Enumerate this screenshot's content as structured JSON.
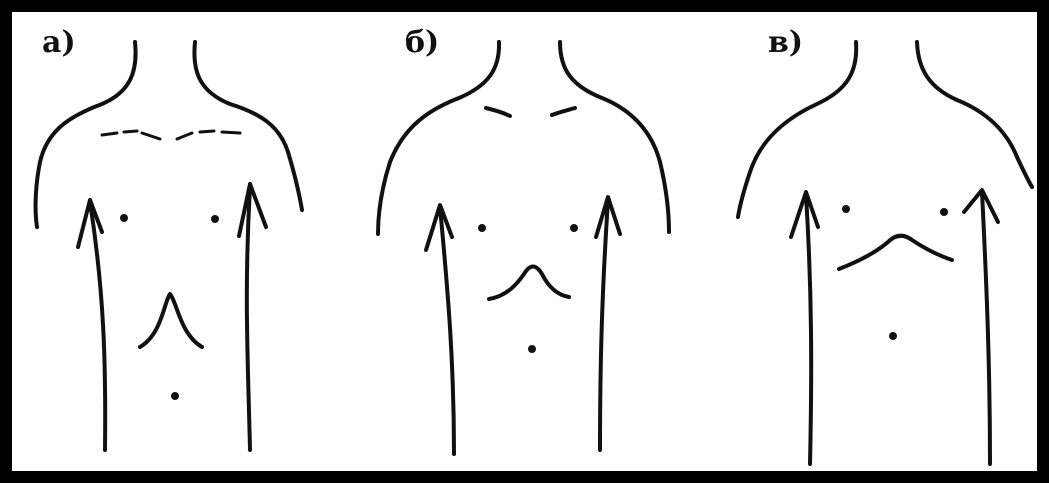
{
  "panels": [
    {
      "label": "а)"
    },
    {
      "label": "б)"
    },
    {
      "label": "в)"
    }
  ],
  "colors": {
    "ink": "#111111",
    "paper": "#ffffff",
    "border": "#000000"
  }
}
